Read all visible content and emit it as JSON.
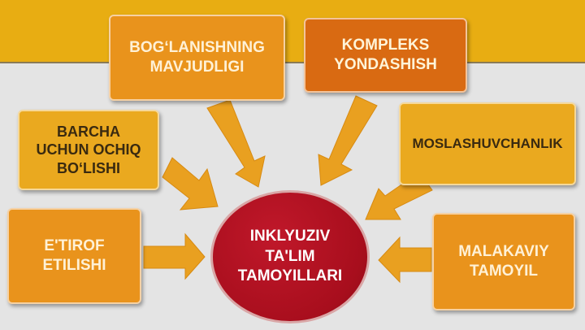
{
  "center": {
    "label": "INKLYUZIV\nTA'LIM\nTAMOYILLARI"
  },
  "boxes": {
    "boglanish": "BOG‘LANISHNING\nMAVJUDLIGI",
    "kompleks": "KOMPLEKS\nYONDASHISH",
    "barcha": "BARCHA\nUCHUN OCHIQ\nBO‘LISHI",
    "moslash": "MOSLASHUVCHANLIK",
    "etirof": "E'TIROF\nETILISHI",
    "malakaviy": "MALAKAVIY\nTAMOYIL"
  },
  "colors": {
    "band": "#e8ad12",
    "arrow": "#e9a020",
    "center": "#a80e1d"
  }
}
